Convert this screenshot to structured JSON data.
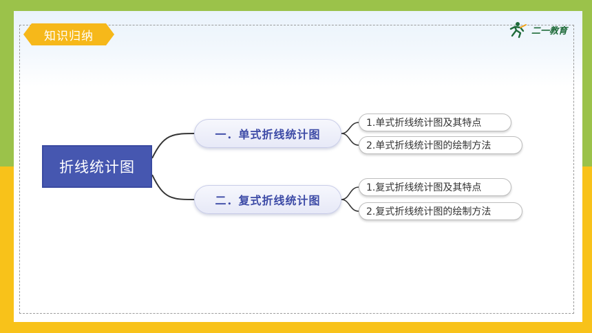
{
  "section_tab": {
    "label": "知识归纳"
  },
  "logo": {
    "text": "二一教育",
    "icon": "runner-icon"
  },
  "mindmap": {
    "root": "折线统计图",
    "branches": [
      {
        "label": "一．单式折线统计图",
        "leaves": [
          "1.单式折线统计图及其特点",
          "2.单式折线统计图的绘制方法"
        ]
      },
      {
        "label": "二．复式折线统计图",
        "leaves": [
          "1.复式折线统计图及其特点",
          "2.复式折线统计图的绘制方法"
        ]
      }
    ]
  },
  "colors": {
    "top_band": "#9bc24a",
    "bottom_band": "#f8c21a",
    "root_fill": "#4657b0",
    "branch_text": "#3c4aa6",
    "tab_fill": "#f6b81a"
  }
}
